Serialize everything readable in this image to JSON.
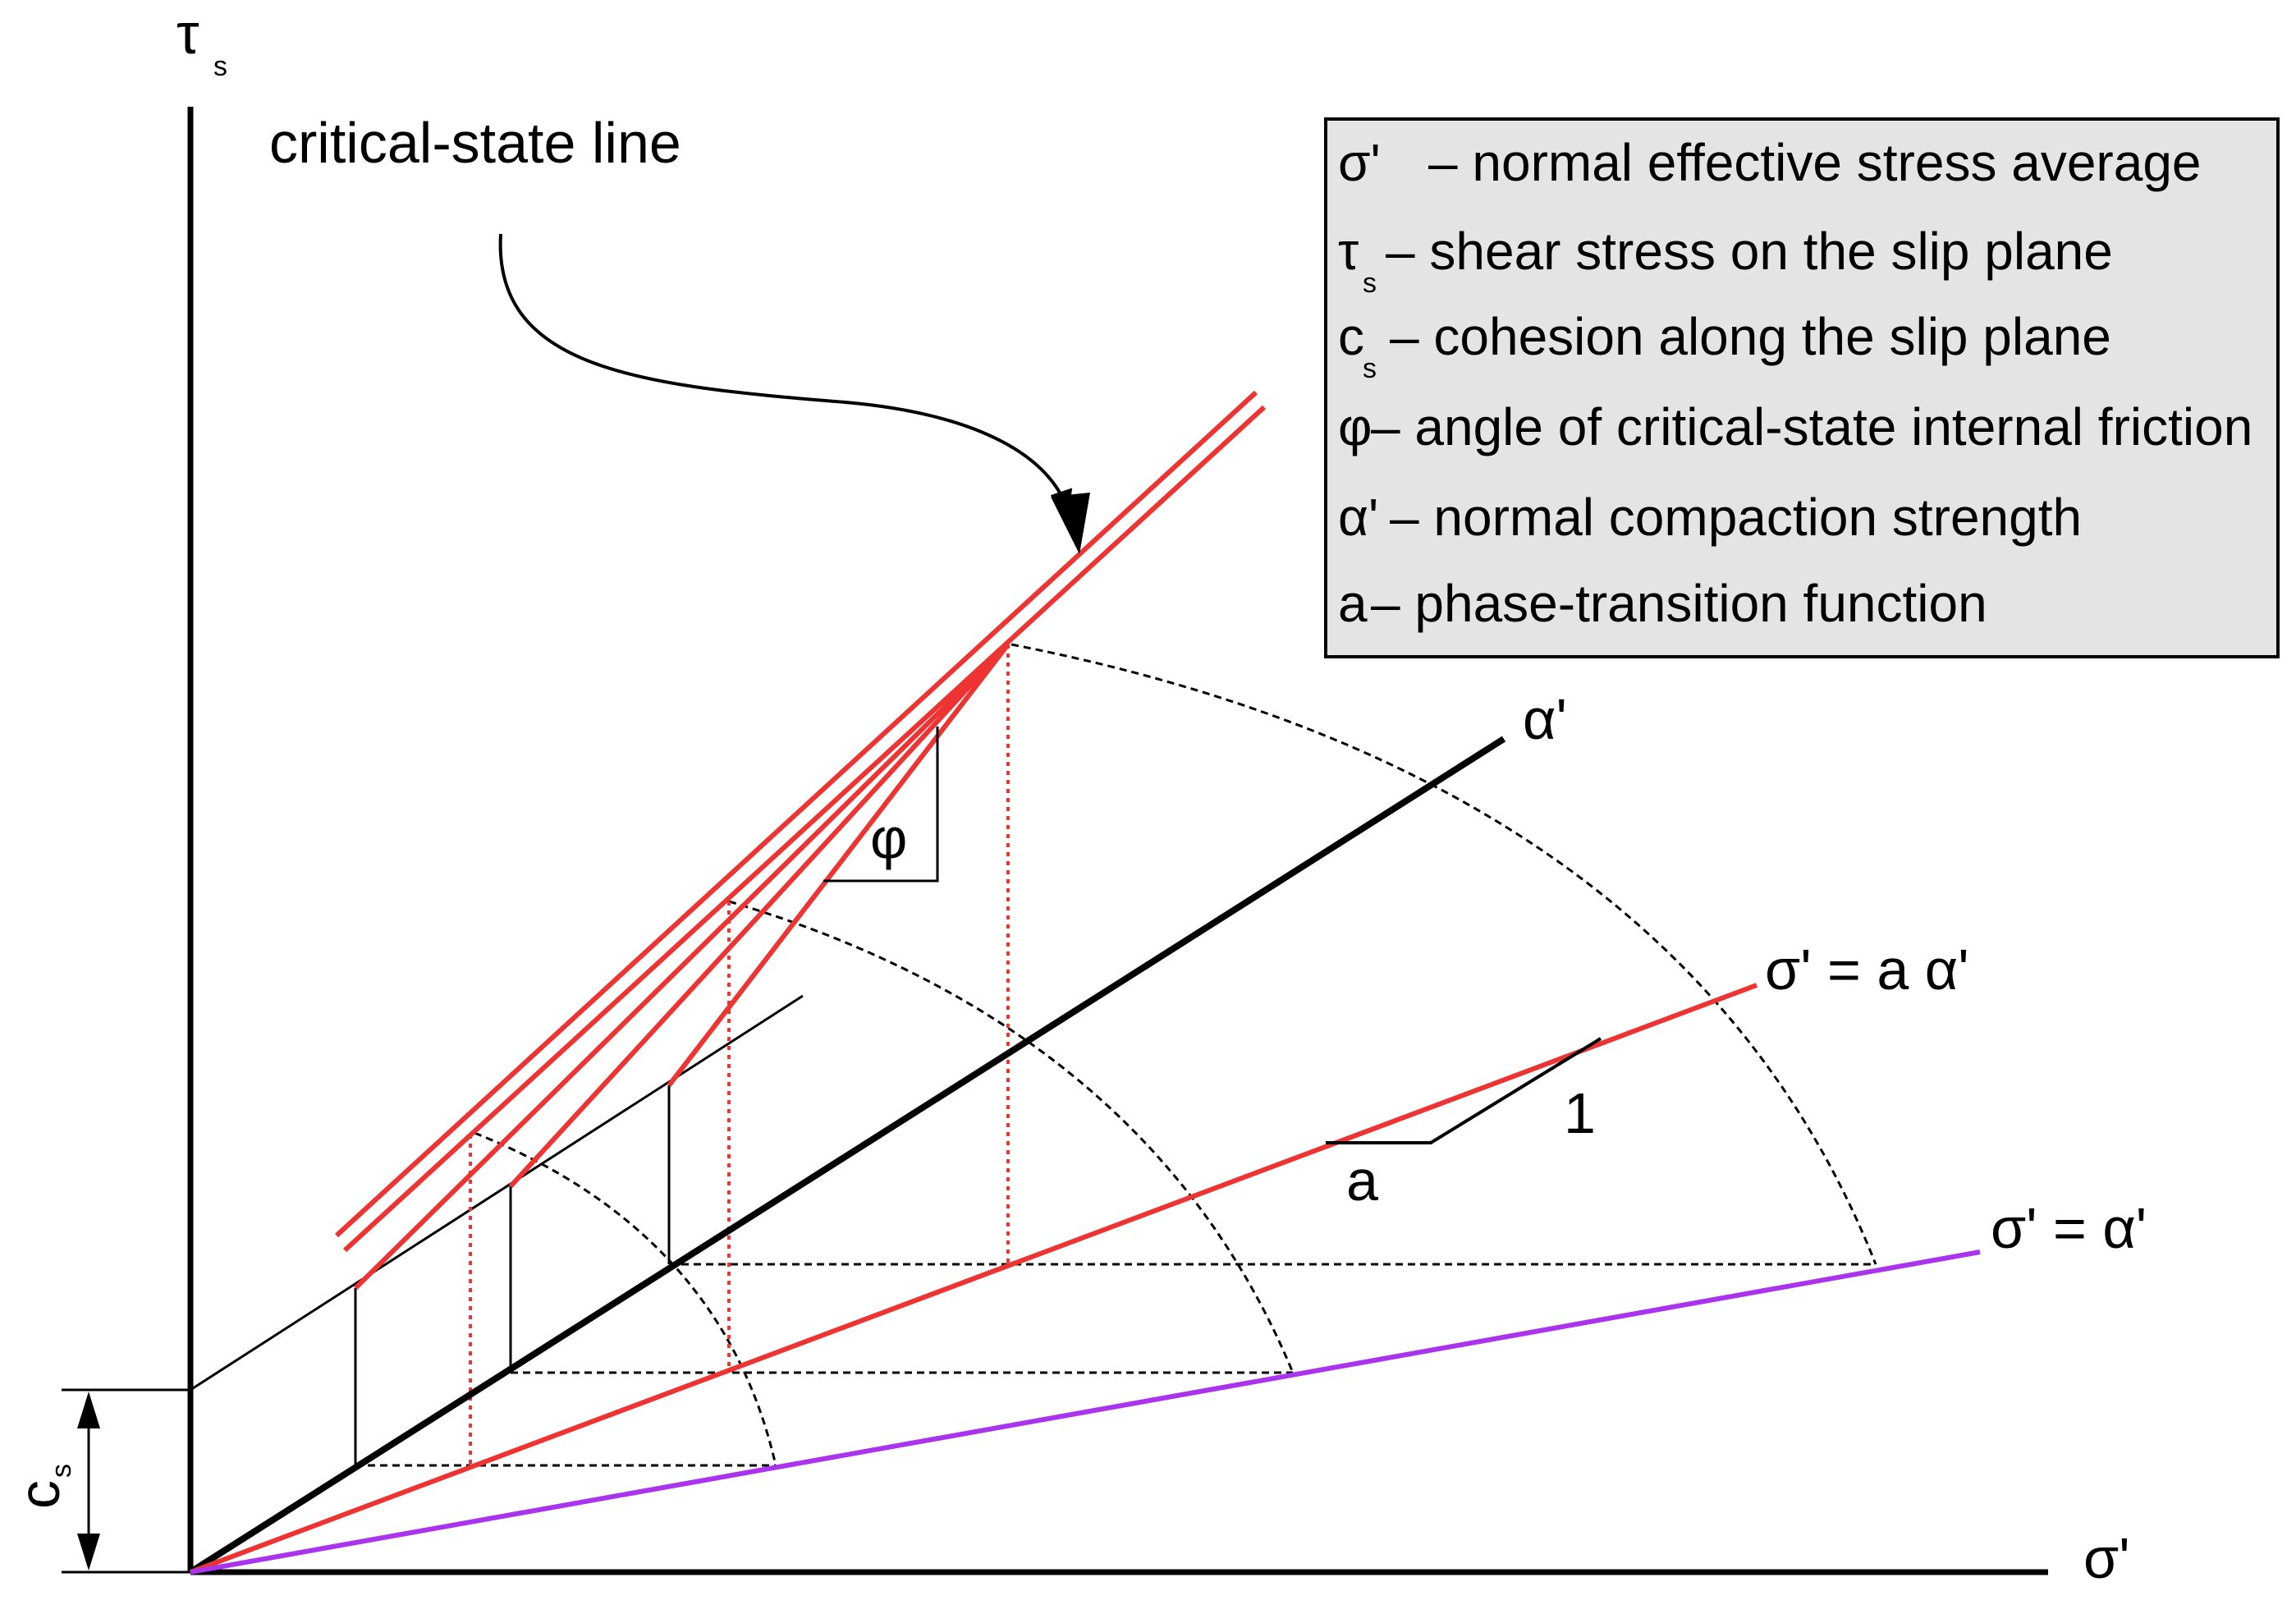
{
  "axes": {
    "y_label": "τ",
    "y_label_sub": "s",
    "x_label": "σ'"
  },
  "callout": {
    "label": "critical-state line"
  },
  "legend": {
    "items": [
      {
        "symbol": "σ'",
        "sub": "",
        "text": "– normal effective stress average"
      },
      {
        "symbol": "τ",
        "sub": "s",
        "text": "– shear stress on the slip plane"
      },
      {
        "symbol": "c",
        "sub": "s",
        "text": "– cohesion along the slip plane"
      },
      {
        "symbol": "φ",
        "sub": "",
        "text": "– angle of critical-state internal friction"
      },
      {
        "symbol": "α'",
        "sub": "",
        "text": "– normal compaction strength"
      },
      {
        "symbol": "a",
        "sub": "",
        "text": "– phase-transition function"
      }
    ]
  },
  "lines": {
    "alpha": {
      "label": "α'",
      "color": "#000000"
    },
    "sigma_a_alpha": {
      "label": "σ' = a α'",
      "color": "#ee3333"
    },
    "sigma_alpha": {
      "label": "σ' = α'",
      "color": "#aa33ee"
    },
    "critical_state": {
      "color": "#ee3333"
    }
  },
  "annotations": {
    "phi": "φ",
    "slope_a": "a",
    "slope_one": "1",
    "cohesion": "c",
    "cohesion_sub": "s"
  }
}
